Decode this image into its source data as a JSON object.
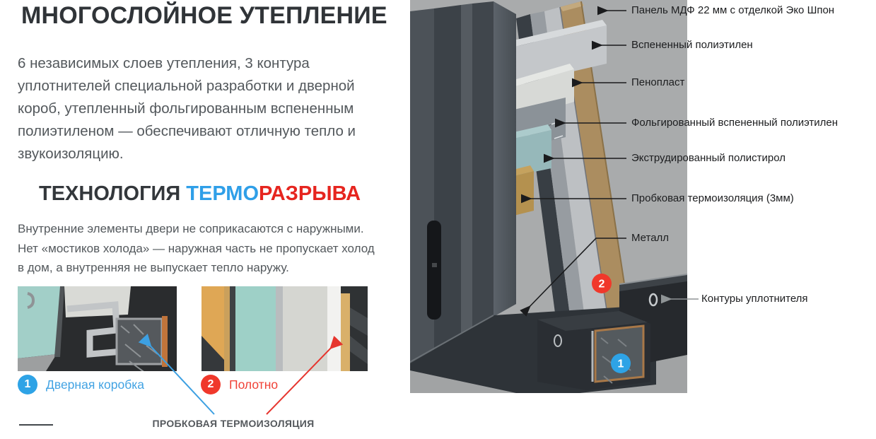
{
  "left": {
    "title": "МНОГОСЛОЙНОЕ УТЕПЛЕНИЕ",
    "paragraph1": "6 независимых слоев утепления, 3 контура уплотнителей специальной разработки и дверной короб, утепленный фольгированным вспененным полиэтиленом — обеспечивают отличную тепло и звукоизоляцию.",
    "title2": {
      "part1": "ТЕХНОЛОГИЯ ",
      "part2": "ТЕРМО",
      "part3": "РАЗРЫВА"
    },
    "paragraph2": "Внутренние элементы двери не соприкасаются с наружными. Нет «мостиков холода» — наружная часть не пропускает холод в дом, а внутренняя не выпускает тепло наружу.",
    "legend": [
      {
        "number": "1",
        "label": "Дверная коробка",
        "color": "#2ea3e6"
      },
      {
        "number": "2",
        "label": "Полотно",
        "color": "#f0382b"
      }
    ],
    "cork_caption": "ПРОБКОВАЯ ТЕРМОИЗОЛЯЦИЯ"
  },
  "diagram": {
    "labels": [
      "Панель МДФ 22 мм с отделкой Эко Шпон",
      "Вспененный полиэтилен",
      "Пенопласт",
      "Фольгированный вспененный полиэтилен",
      "Экструдированный полистирол",
      "Пробковая термоизоляция (3мм)",
      "Металл",
      "Контуры уплотнителя"
    ],
    "badges": [
      {
        "number": "2",
        "color": "#f0382b"
      },
      {
        "number": "1",
        "color": "#2ea3e6"
      }
    ]
  },
  "colors": {
    "accent_blue": "#2f9fe8",
    "accent_red": "#e6251f",
    "diagram_background": "#a9abac",
    "text_dark": "#303438",
    "text_body": "#53585c"
  }
}
